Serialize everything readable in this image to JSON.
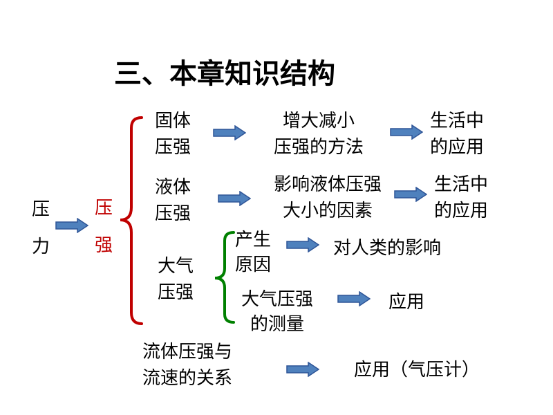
{
  "title": "三、本章知识结构",
  "root": {
    "line1": "压",
    "line2": "力"
  },
  "main": {
    "line1": "压",
    "line2": "强"
  },
  "solid": {
    "label_l1": "固体",
    "label_l2": "压强",
    "step_l1": "增大减小",
    "step_l2": "压强的方法",
    "app_l1": "生活中",
    "app_l2": "的应用"
  },
  "liquid": {
    "label_l1": "液体",
    "label_l2": "压强",
    "step_l1": "影响液体压强",
    "step_l2": "大小的因素",
    "app_l1": "生活中",
    "app_l2": "的应用"
  },
  "air": {
    "label_l1": "大气",
    "label_l2": "压强",
    "cause_l1": "产生",
    "cause_l2": "原因",
    "effect": "对人类的影响",
    "measure_l1": "大气压强",
    "measure_l2": "的测量",
    "measure_app": "应用"
  },
  "fluid": {
    "label_l1": "流体压强与",
    "label_l2": "流速的关系",
    "app": "应用（气压计）"
  },
  "colors": {
    "arrow_fill": "#4f81bd",
    "arrow_stroke": "#2f5597",
    "main_brace": "#c00000",
    "air_brace": "#008000",
    "main_text": "#c00000"
  }
}
